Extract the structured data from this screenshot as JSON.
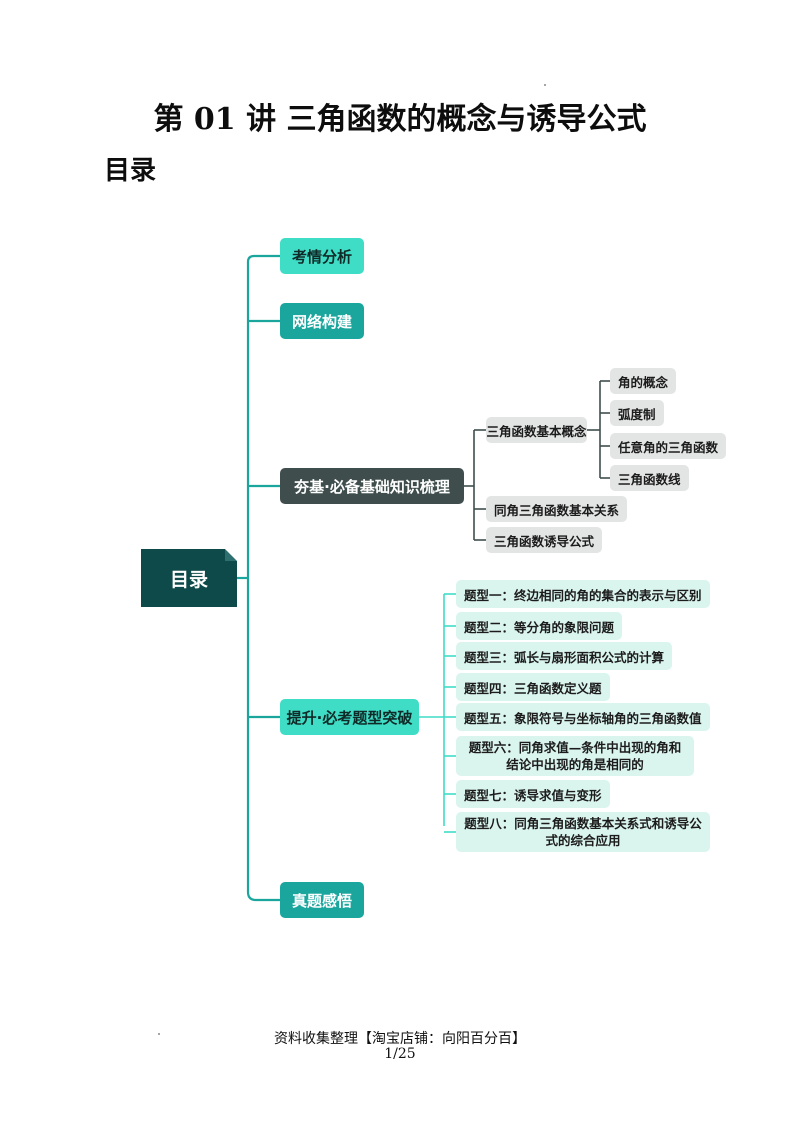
{
  "title": "第 01 讲  三角函数的概念与诱导公式",
  "subtitle": "目录",
  "mindmap": {
    "root": "目录",
    "branches": [
      {
        "label": "考情分析"
      },
      {
        "label": "网络构建"
      },
      {
        "label": "夯基·必备基础知识梳理",
        "children": [
          {
            "label": "三角函数基本概念",
            "children": [
              "角的概念",
              "弧度制",
              "任意角的三角函数",
              "三角函数线"
            ]
          },
          {
            "label": "同角三角函数基本关系"
          },
          {
            "label": "三角函数诱导公式"
          }
        ]
      },
      {
        "label": "提升·必考题型突破",
        "children": [
          "题型一：终边相同的角的集合的表示与区别",
          "题型二：等分角的象限问题",
          "题型三：弧长与扇形面积公式的计算",
          "题型四：三角函数定义题",
          "题型五：象限符号与坐标轴角的三角函数值",
          "题型六：同角求值—条件中出现的角和结论中出现的角是相同的",
          "题型七：诱导求值与变形",
          "题型八：同角三角函数基本关系式和诱导公式的综合应用"
        ]
      },
      {
        "label": "真题感悟"
      }
    ]
  },
  "footer": {
    "source": "资料收集整理【淘宝店铺：向阳百分百】",
    "page": "1/25"
  },
  "colors": {
    "root": "#0f4a4a",
    "teal_light": "#3fdcc6",
    "teal_dark": "#1aa59d",
    "slate": "#3f4e4d",
    "concept_gray": "#e3e5e4",
    "topic_mint": "#daf4ee",
    "connector": "#1aa59d"
  }
}
